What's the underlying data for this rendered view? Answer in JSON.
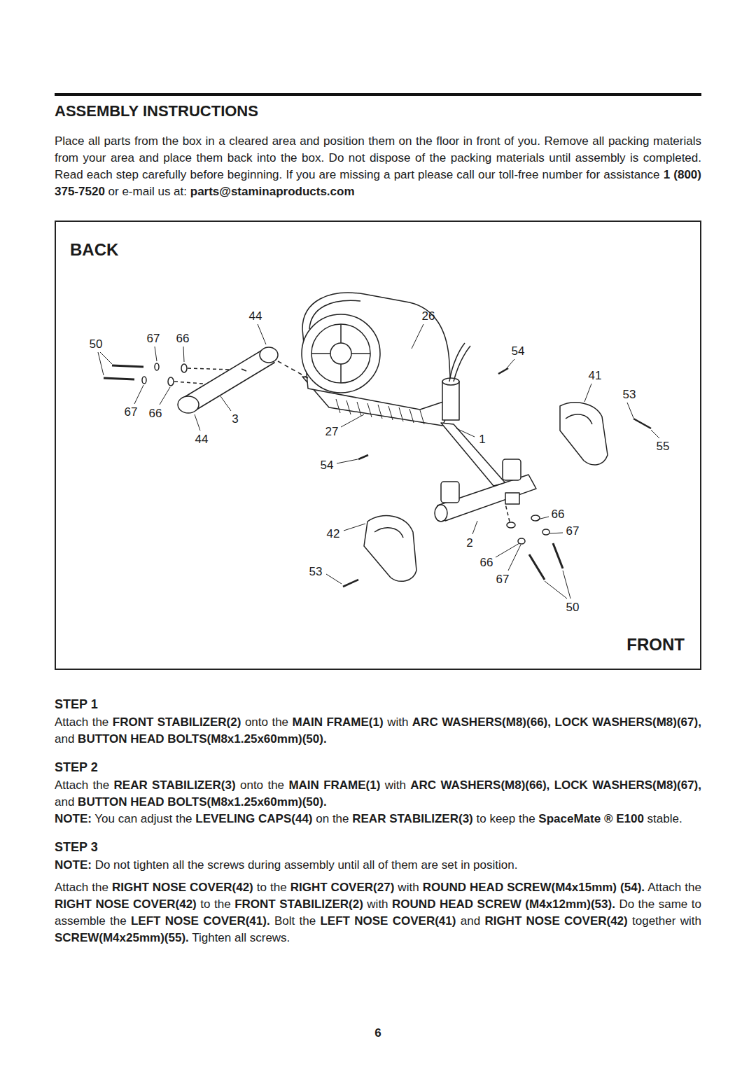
{
  "diagram": {
    "title": "ASSEMBLY INSTRUCTIONS",
    "nodes": [
      {
        "text": [
          "BACK",
          "FRONT"
        ]
      }
    ],
    "labels": [
      "44",
      "26",
      "50",
      "67",
      "66",
      "54",
      "41",
      "53",
      "67",
      "66",
      "3",
      "27",
      "1",
      "55",
      "44",
      "54",
      "66",
      "42",
      "67",
      "2",
      "66",
      "53",
      "67",
      "50",
      "Place all parts from the box in a cleared area and position them on the floor in front of you. Remove all packing materials from your area and place them back into the box. Do not dispose of the packing materials until assembly is completed. Read each step carefully before beginning. If you are missing a part please call our toll-free number for assistance",
      "1 (800) 375-7520",
      "or e-mail us at:",
      "parts@staminaproducts.com",
      "STEP 1",
      "Attach the",
      "FRONT STABILIZER(2)",
      "onto the",
      "MAIN FRAME(1)",
      "with",
      "ARC WASHERS(M8)(66), LOCK WASHERS(M8)(67),",
      "and",
      "BUTTON HEAD BOLTS(M8x1.25x60mm)(50).",
      "STEP 2",
      "Attach the",
      "REAR STABILIZER(3)",
      "onto the",
      "MAIN FRAME(1)",
      "with",
      "ARC WASHERS(M8)(66), LOCK WASHERS(M8)(67),",
      "and",
      "BUTTON HEAD BOLTS(M8x1.25x60mm)(50).",
      "NOTE:",
      "You can adjust the",
      "LEVELING CAPS(44)",
      "on the",
      "REAR STABILIZER(3)",
      "to keep the",
      "SpaceMate ®",
      "E100",
      "stable.",
      "STEP 3",
      "NOTE:",
      "Do not tighten all the screws during assembly until all of them are set in position.",
      "Attach the",
      "RIGHT NOSE COVER(42)",
      "to the",
      "RIGHT COVER(27)",
      "with",
      "ROUND HEAD SCREW(M4x15mm) (54).",
      "Attach the",
      "RIGHT NOSE COVER(42)",
      "to the",
      "FRONT STABILIZER(2)",
      "with",
      "ROUND HEAD SCREW (M4x12mm)(53).",
      "Do the same to assemble the",
      "LEFT NOSE COVER(41).",
      "Bolt the",
      "LEFT NOSE COVER(41)",
      "and",
      "RIGHT NOSE COVER(42)",
      "together with",
      "SCREW(M4x25mm)(55).",
      "Tighten all screws.",
      "6"
    ]
  }
}
